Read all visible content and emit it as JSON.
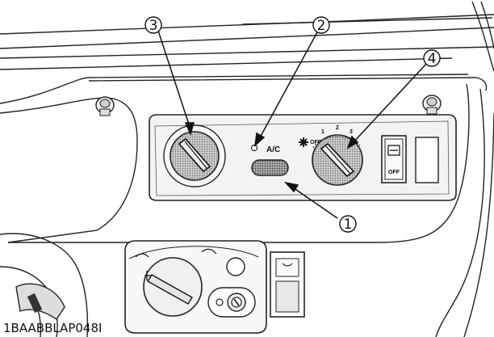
{
  "figure": {
    "id": "1BAABBLAP048I",
    "callouts": [
      {
        "number": "1",
        "label": "①"
      },
      {
        "number": "2",
        "label": "②"
      },
      {
        "number": "3",
        "label": "③"
      },
      {
        "number": "4",
        "label": "④"
      }
    ],
    "panel": {
      "ac_label": "A/C",
      "fan_off_label": "OFF",
      "switch_off_label": "OFF",
      "fan_speeds": [
        "1",
        "2",
        "3"
      ]
    }
  }
}
